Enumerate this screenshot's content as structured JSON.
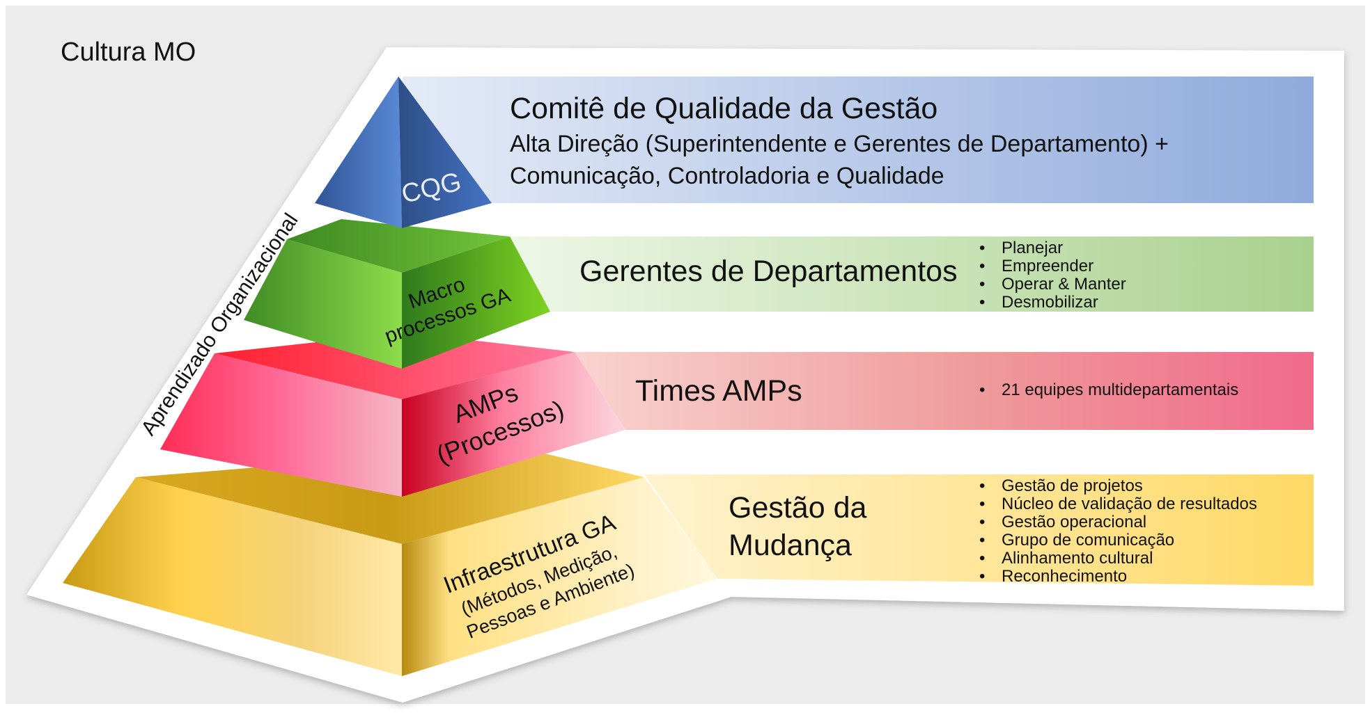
{
  "title": "Cultura MO",
  "side_label": "Aprendizado Organizacional",
  "levels": [
    {
      "pyramid_lines": [
        "CQG"
      ],
      "band_title": "Comitê de Qualidade da Gestão",
      "band_lines": [
        "Alta Direção (Superintendente  e Gerentes de Departamento) +",
        "Comunicação, Controladoria e Qualidade"
      ],
      "bullets": []
    },
    {
      "pyramid_lines": [
        "Macro",
        "processos GA"
      ],
      "band_title": "Gerentes de Departamentos",
      "band_lines": [],
      "bullets": [
        "Planejar",
        "Empreender",
        "Operar & Manter",
        "Desmobilizar"
      ]
    },
    {
      "pyramid_lines": [
        "AMPs",
        "(Processos)"
      ],
      "band_title": "Times AMPs",
      "band_lines": [],
      "bullets": [
        "21 equipes multidepartamentais"
      ]
    },
    {
      "pyramid_lines": [
        "Infraestrutura  GA",
        "(Métodos, Medição,",
        "Pessoas e Ambiente)"
      ],
      "band_title": "",
      "band_title_lines": [
        "Gestão da",
        "Mudança"
      ],
      "band_lines": [],
      "bullets": [
        "Gestão de projetos",
        "Núcleo de validação de resultados",
        "Gestão operacional",
        "Grupo de comunicação",
        "Alinhamento cultural",
        "Reconhecimento"
      ]
    }
  ],
  "colors": {
    "background": "#ececec",
    "tier1": "#4472c4",
    "tier2": "#7ac943",
    "tier3": "#ff4f7b",
    "tier4": "#f2c544"
  }
}
